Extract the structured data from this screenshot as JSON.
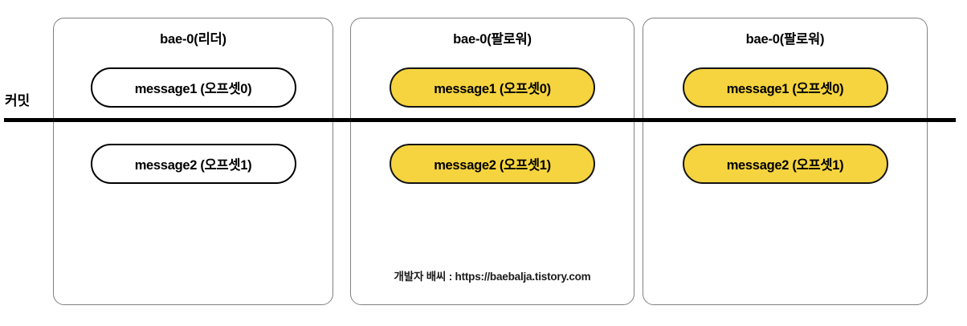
{
  "diagram": {
    "axis": {
      "commit_label": "커밋"
    },
    "panels": [
      {
        "id": "leader",
        "title": "bae-0(리더)",
        "messages": [
          {
            "label": "message1 (오프셋0)",
            "state": "uncommitted"
          },
          {
            "label": "message2 (오프셋1)",
            "state": "uncommitted"
          }
        ],
        "watermark": null
      },
      {
        "id": "follower-1",
        "title": "bae-0(팔로워)",
        "messages": [
          {
            "label": "message1 (오프셋0)",
            "state": "committed"
          },
          {
            "label": "message2 (오프셋1)",
            "state": "committed"
          }
        ],
        "watermark": "개발자 배씨 : https://baebalja.tistory.com"
      },
      {
        "id": "follower-2",
        "title": "bae-0(팔로워)",
        "messages": [
          {
            "label": "message1 (오프셋0)",
            "state": "committed"
          },
          {
            "label": "message2 (오프셋1)",
            "state": "committed"
          }
        ],
        "watermark": null
      }
    ],
    "colors": {
      "committed_fill": "#f5d43f",
      "committed_border": "#141414",
      "uncommitted_fill": "#ffffff",
      "uncommitted_border": "#000000",
      "panel_border": "#808080",
      "commit_line": "#000000",
      "text": "#000000"
    }
  }
}
